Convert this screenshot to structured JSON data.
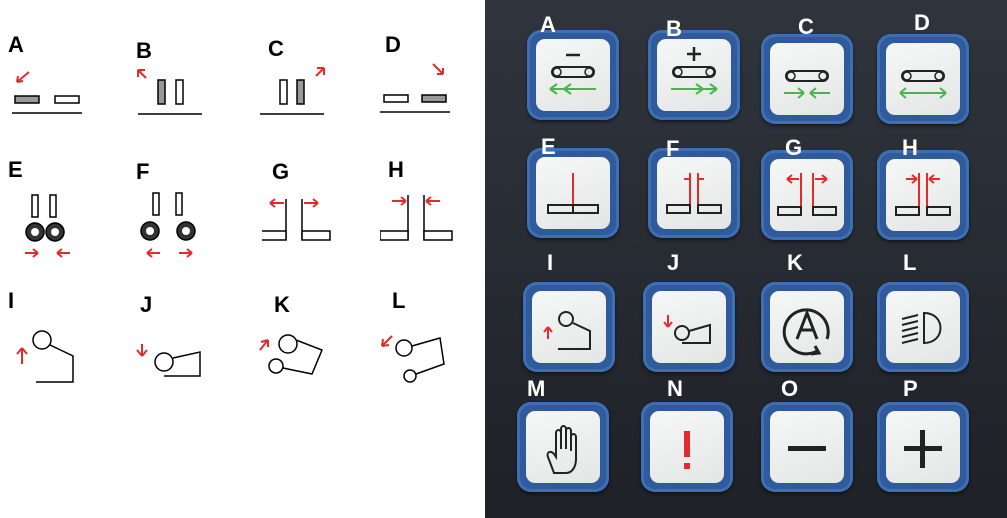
{
  "left_panel": {
    "labels": [
      "A",
      "B",
      "C",
      "D",
      "E",
      "F",
      "G",
      "H",
      "I",
      "J",
      "K",
      "L"
    ]
  },
  "keypad": {
    "labels": [
      "A",
      "B",
      "C",
      "D",
      "E",
      "F",
      "G",
      "H",
      "I",
      "J",
      "K",
      "L",
      "M",
      "N",
      "O",
      "P"
    ],
    "key_color": "#2f5a9c",
    "face_color": "#eeeff0",
    "arrow_red": "#e32b2b",
    "arrow_green": "#4bb44b"
  }
}
